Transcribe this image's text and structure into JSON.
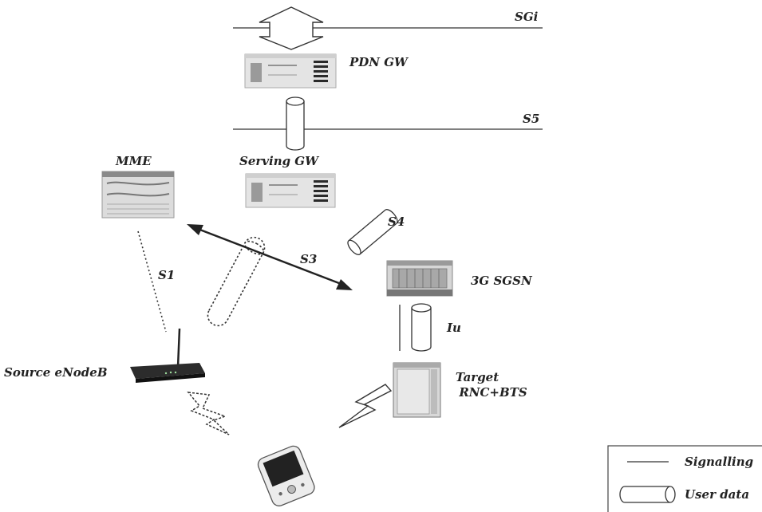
{
  "interfaces": {
    "sgi": "SGi",
    "s5": "S5",
    "s4": "S4",
    "s3": "S3",
    "s1": "S1",
    "iu": "Iu"
  },
  "nodes": {
    "pdn_gw": "PDN GW",
    "serving_gw": "Serving GW",
    "mme": "MME",
    "sgsn": "3G SGSN",
    "source_enodeb": "Source eNodeB",
    "target_line1": "Target",
    "target_line2": "RNC+BTS"
  },
  "legend": {
    "signalling": "Signalling",
    "user_data": "User data"
  }
}
